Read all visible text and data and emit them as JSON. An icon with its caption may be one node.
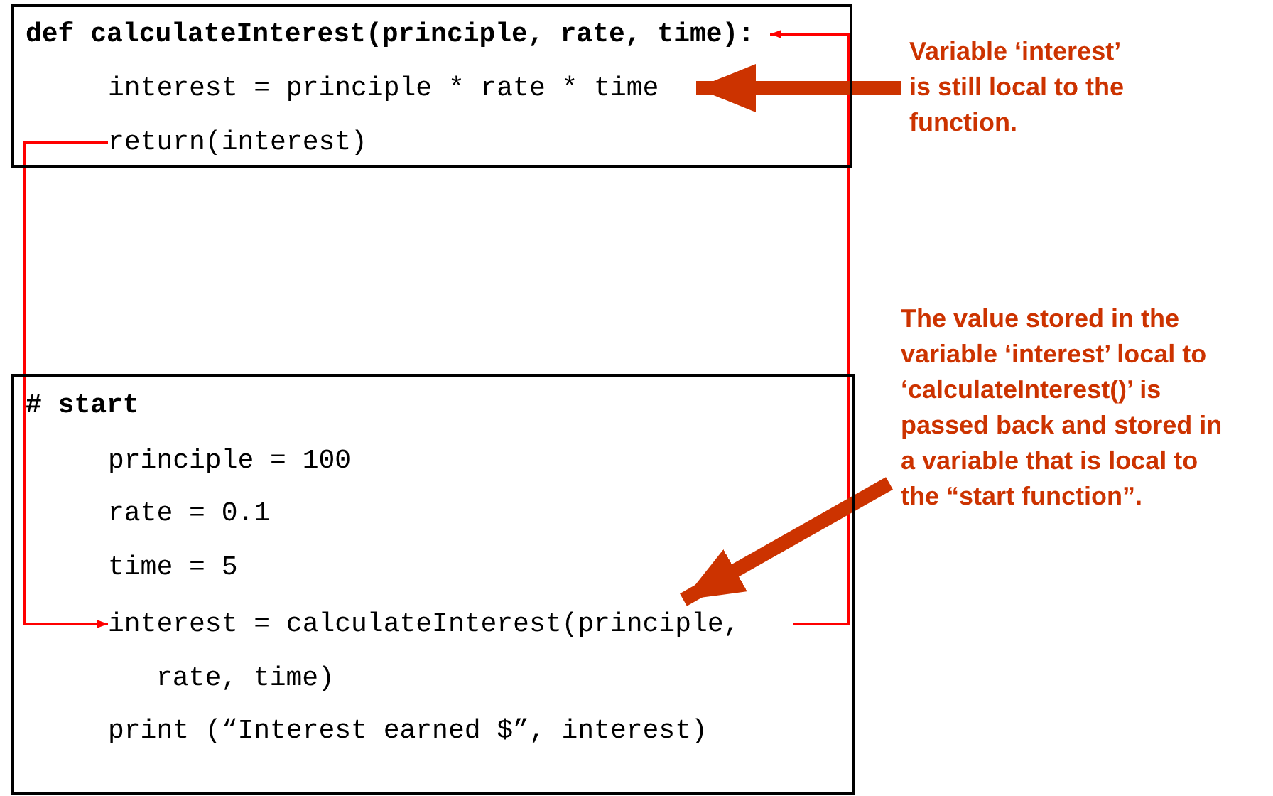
{
  "diagram": {
    "nodes": [
      {
        "text": [],
        "shape": "box"
      },
      {
        "text": [
          "def calculateInterest(principle, rate, time):"
        ],
        "in": 0
      },
      {
        "text": [
          "interest = principle * rate * time"
        ],
        "in": 0
      },
      {
        "text": [
          "return(interest)"
        ],
        "in": 0
      },
      {
        "text": [],
        "shape": "box"
      },
      {
        "text": [
          "# start"
        ],
        "in": 4
      },
      {
        "text": [
          "principle = 100"
        ],
        "in": 4
      },
      {
        "text": [
          "rate = 0.1"
        ],
        "in": 4
      },
      {
        "text": [
          "time = 5"
        ],
        "in": 4
      },
      {
        "text": [
          "interest = calculateInterest(principle, rate, time)"
        ],
        "in": 4
      },
      {
        "text": [
          "print (“Interest earned $”, interest)"
        ],
        "in": 4
      },
      {
        "text": [
          "Variable ‘interest’ is still local to the function."
        ]
      },
      {
        "text": [
          "The value stored in the variable ‘interest’ local to ‘calculateInterest()’ is passed back and stored in a variable that is local to the “start function”."
        ]
      }
    ],
    "edges": [
      {
        "from": 3,
        "to": 9,
        "arrow": "to",
        "color": "#ff0000"
      },
      {
        "from": 9,
        "to": 1,
        "arrow": "to",
        "color": "#ff0000"
      },
      {
        "from": 11,
        "to": 2,
        "arrow": "to",
        "style": "thick",
        "color": "#cc3300"
      },
      {
        "from": 12,
        "to": 9,
        "arrow": "to",
        "style": "thick",
        "color": "#cc3300"
      }
    ]
  }
}
